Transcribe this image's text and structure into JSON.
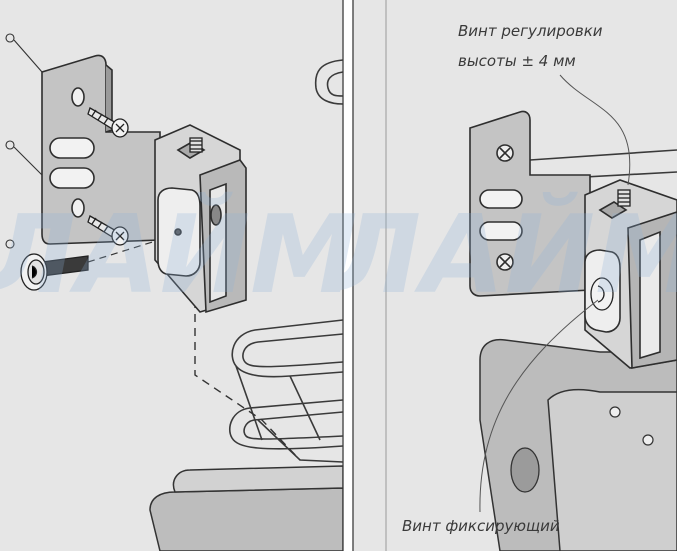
{
  "diagram": {
    "watermark": "ЛАЙМ",
    "callouts": {
      "height_screw_line1": "Винт регулировки",
      "height_screw_line2": "высоты ± 4 мм",
      "fixing_screw": "Винт фиксирующий"
    }
  }
}
